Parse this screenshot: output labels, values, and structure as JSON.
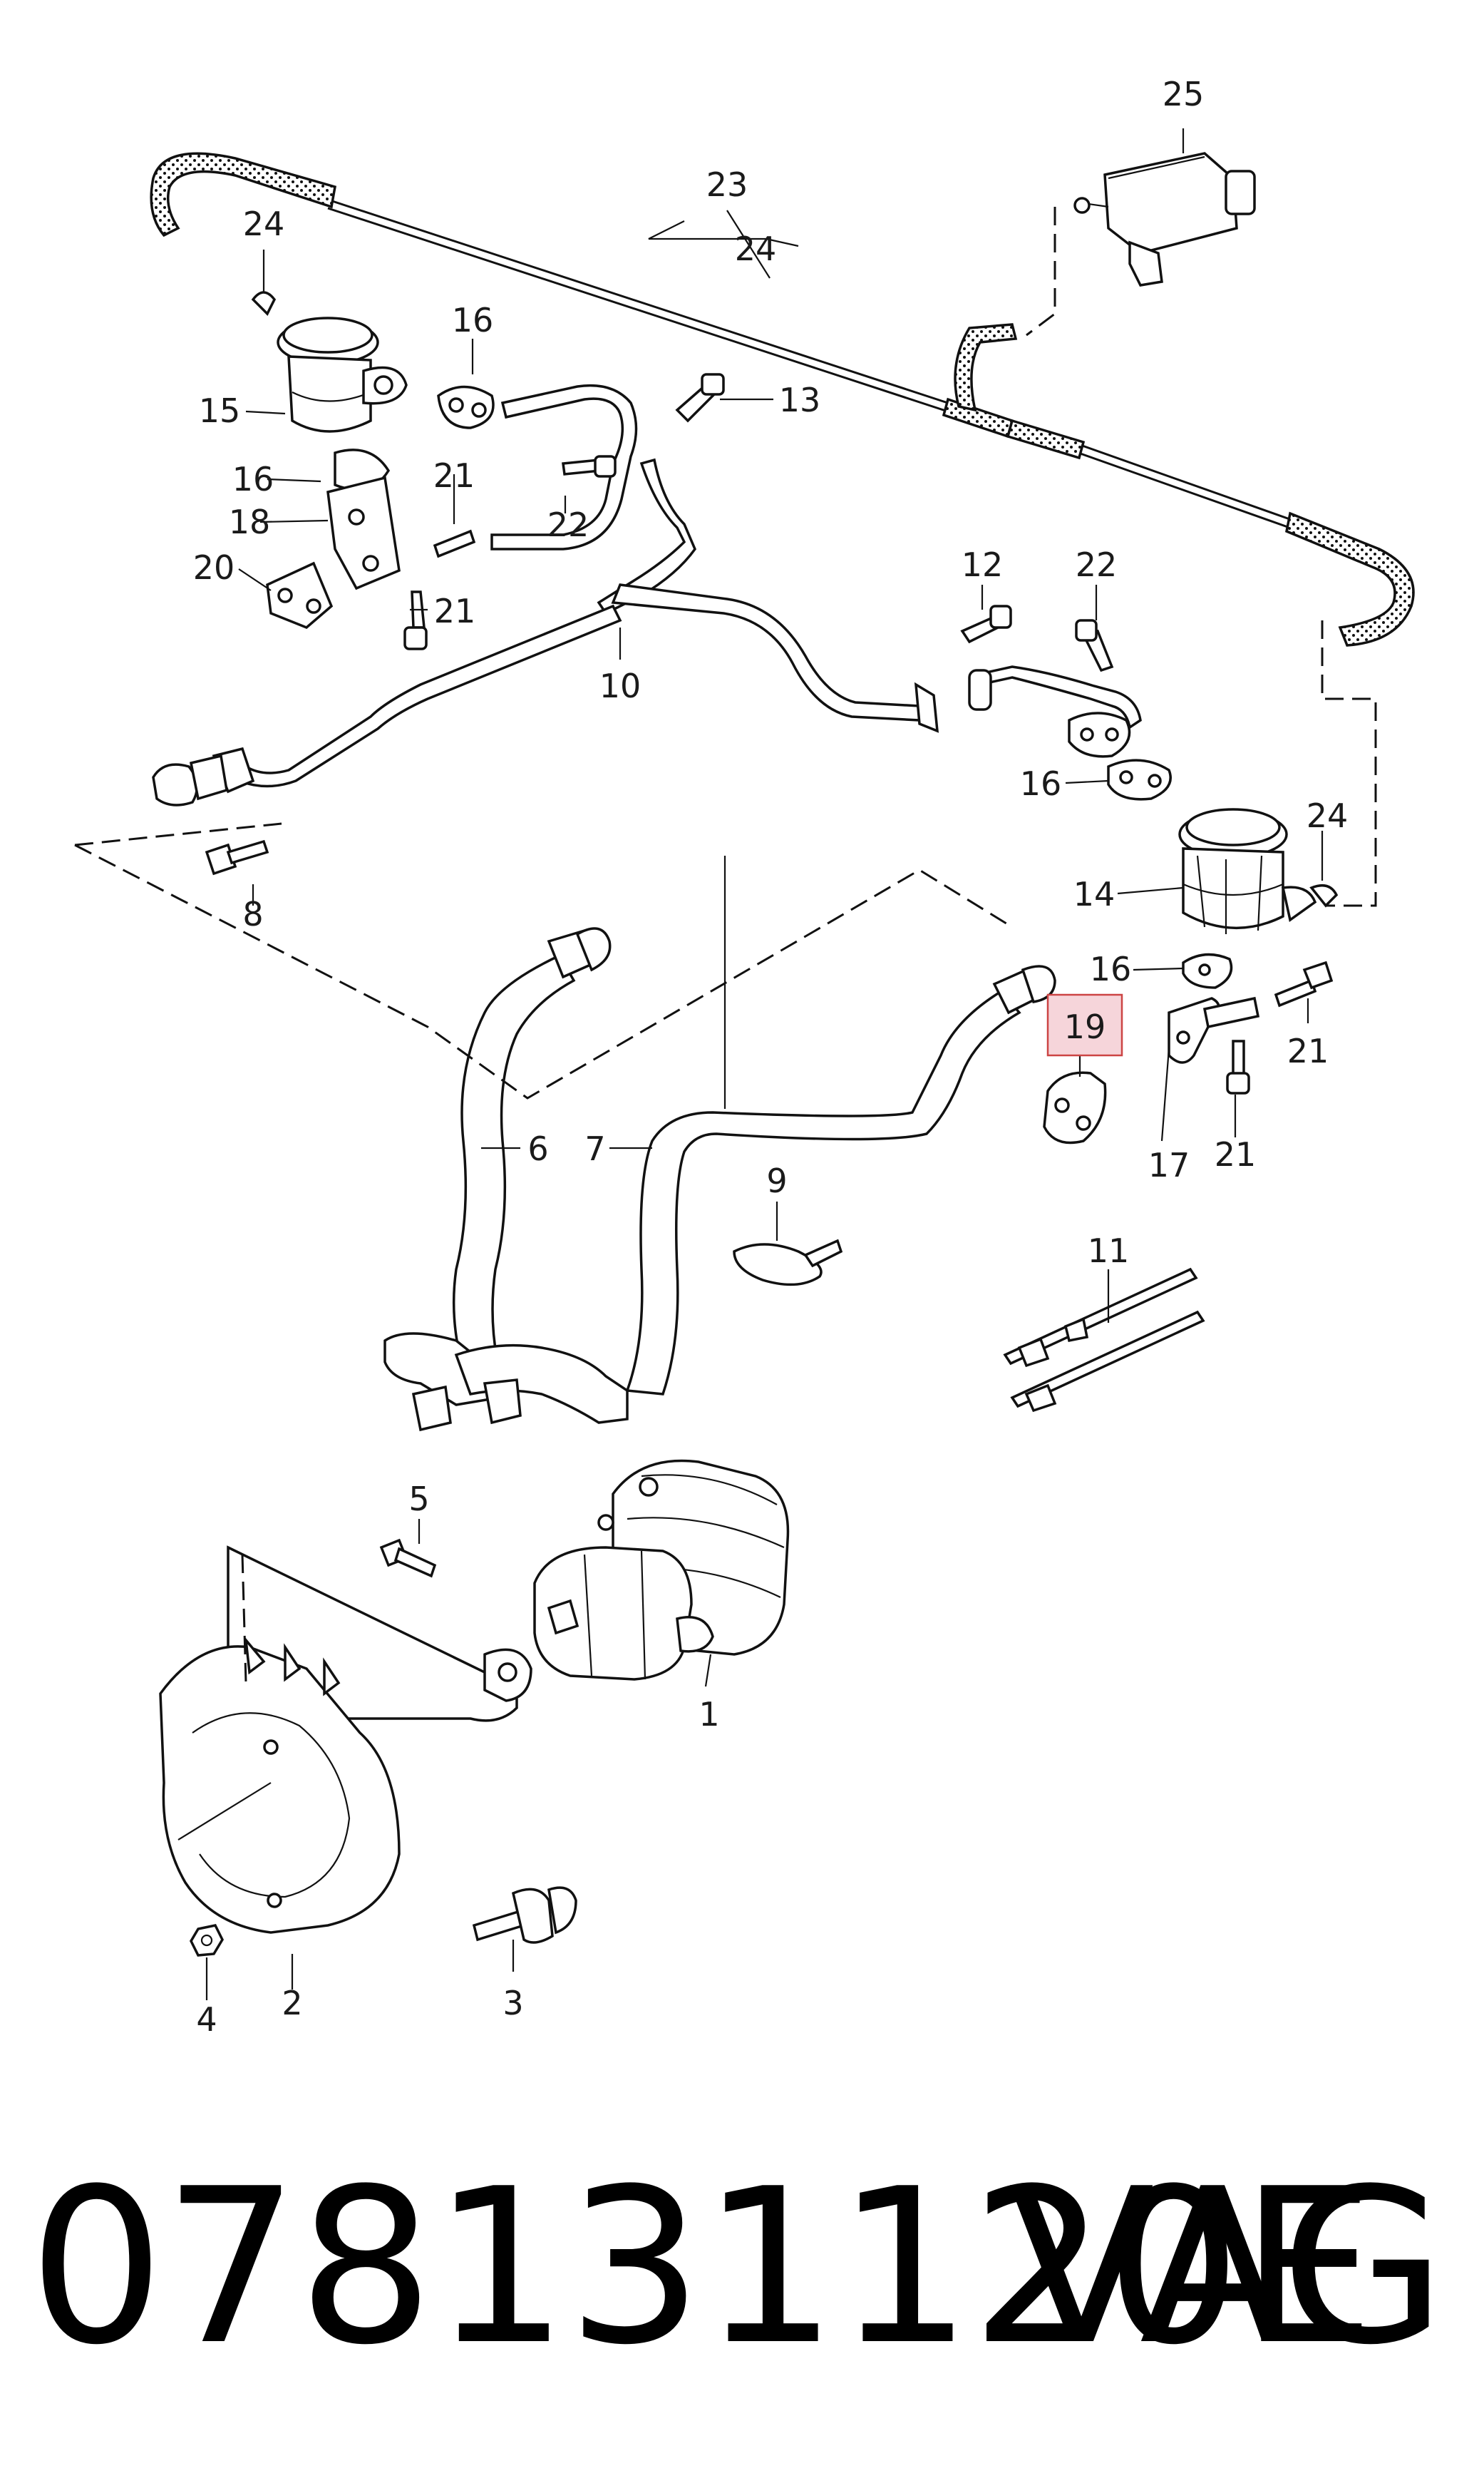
{
  "callouts": {
    "c1": "1",
    "c2": "2",
    "c3": "3",
    "c4": "4",
    "c5": "5",
    "c6": "6",
    "c7": "7",
    "c8": "8",
    "c9": "9",
    "c10": "10",
    "c11": "11",
    "c12": "12",
    "c13": "13",
    "c14": "14",
    "c15": "15",
    "c16a": "16",
    "c16b": "16",
    "c16c": "16",
    "c16d": "16",
    "c17": "17",
    "c18": "18",
    "c19": "19",
    "c20": "20",
    "c21a": "21",
    "c21b": "21",
    "c21c": "21",
    "c21d": "21",
    "c22a": "22",
    "c22b": "22",
    "c23": "23",
    "c24a": "24",
    "c24b": "24",
    "c24c": "24",
    "c25": "25"
  },
  "highlighted_callout": "19",
  "highlight_color": "#f6d5da",
  "footer": {
    "part_number": "078131120E",
    "brand": "VAG"
  }
}
